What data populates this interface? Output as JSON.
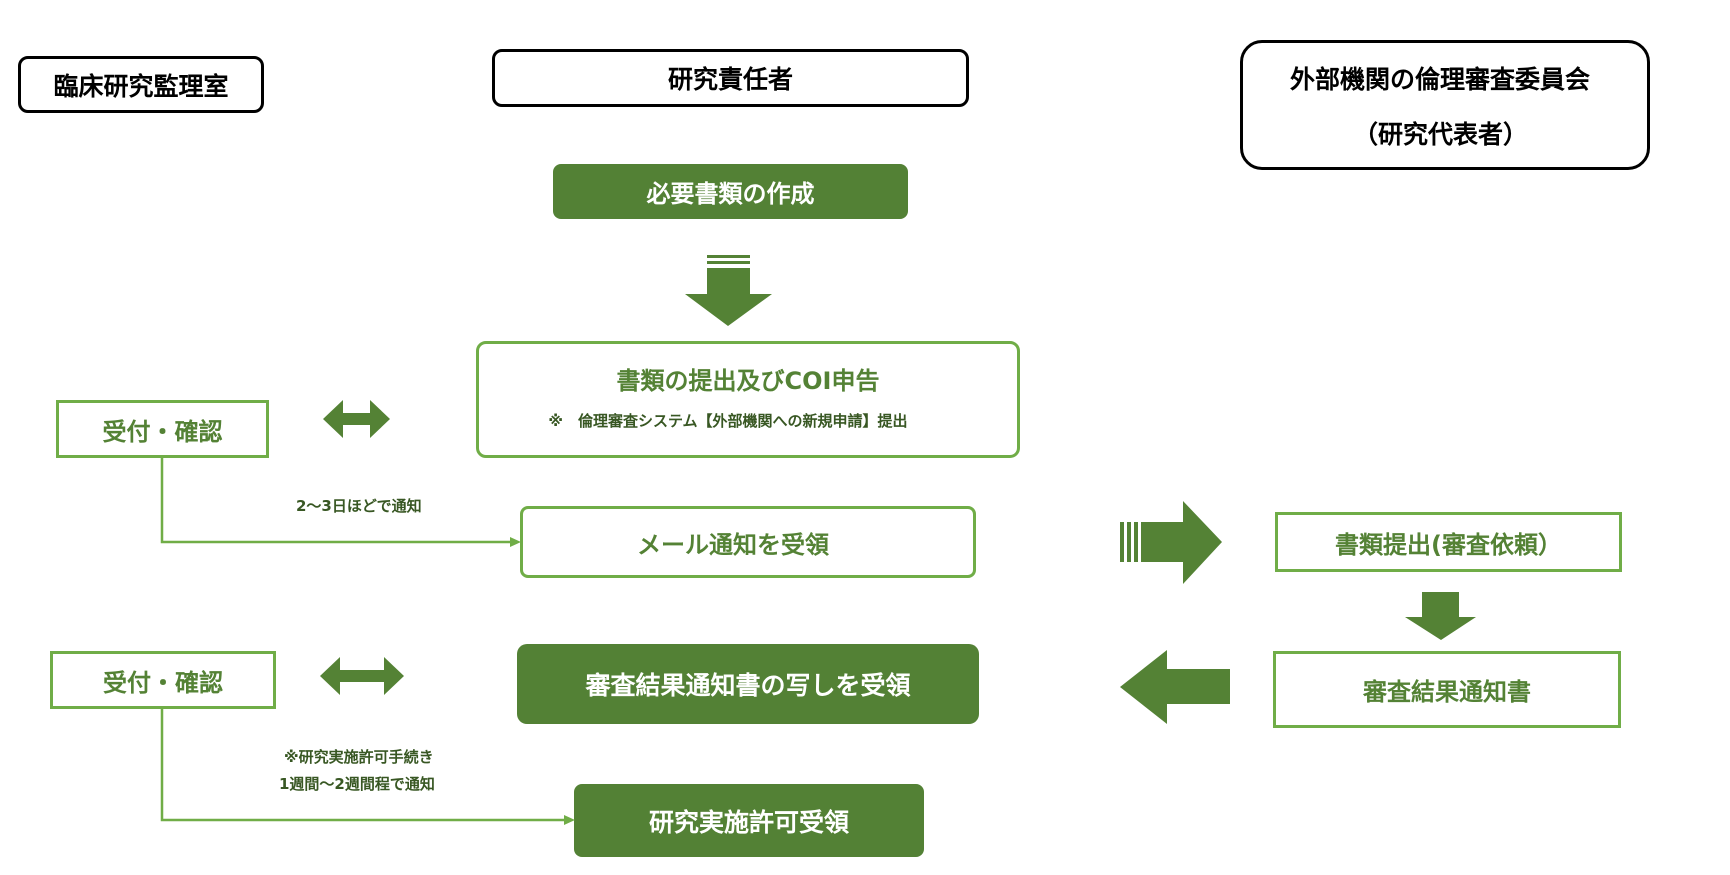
{
  "columns": {
    "left": "臨床研究監理室",
    "center": "研究責任者",
    "right_line1": "外部機関の倫理審査委員会",
    "right_line2": "（研究代表者）"
  },
  "steps": {
    "prepare": "必要書類の作成",
    "submit_title": "書類の提出及びCOI申告",
    "submit_note": "※　倫理審査システム【外部機関への新規申請】提出",
    "accept1": "受付・確認",
    "notice_time": "2～3日ほどで通知",
    "mail": "メール通知を受領",
    "external_submit": "書類提出(審査依頼）",
    "result_doc": "審査結果通知書",
    "receive_copy": "審査結果通知書の写しを受領",
    "accept2": "受付・確認",
    "permission_note1": "※研究実施許可手続き",
    "permission_note2": "1週間～2週間程で通知",
    "permission": "研究実施許可受領"
  },
  "colors": {
    "dark_green": "#538135",
    "arrow_green": "#548235",
    "light_green": "#70ad47"
  }
}
